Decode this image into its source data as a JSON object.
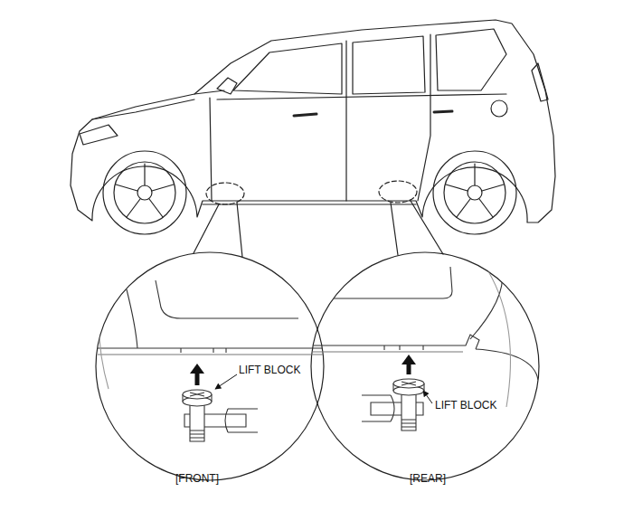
{
  "diagram": {
    "labels": [
      "LIFT BLOCK",
      "LIFT BLOCK",
      "[FRONT]",
      "[REAR]"
    ]
  }
}
